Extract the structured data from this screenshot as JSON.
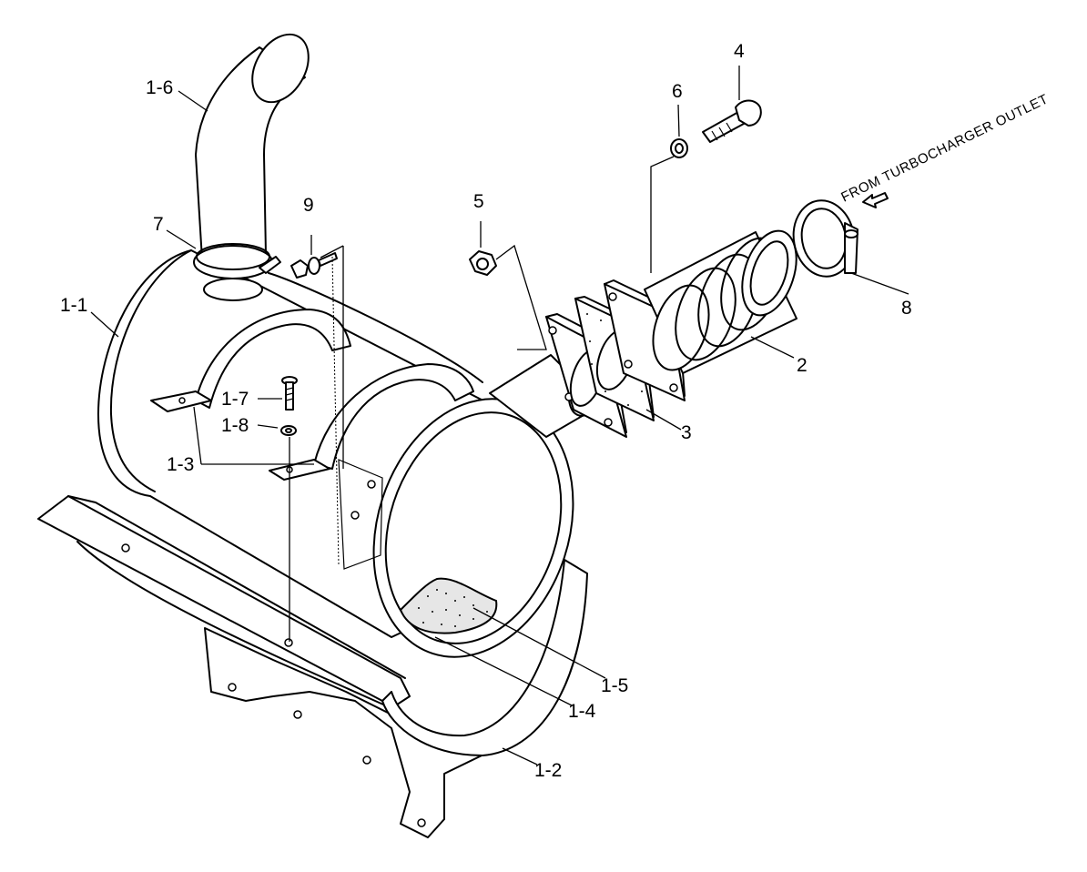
{
  "labels": {
    "l_1_1": "1-1",
    "l_1_2": "1-2",
    "l_1_3": "1-3",
    "l_1_4": "1-4",
    "l_1_5": "1-5",
    "l_1_6": "1-6",
    "l_1_7": "1-7",
    "l_1_8": "1-8",
    "l_2": "2",
    "l_3": "3",
    "l_4": "4",
    "l_5": "5",
    "l_6": "6",
    "l_7": "7",
    "l_8": "8",
    "l_9": "9"
  },
  "annotation": "FROM TURBOCHARGER OUTLET"
}
